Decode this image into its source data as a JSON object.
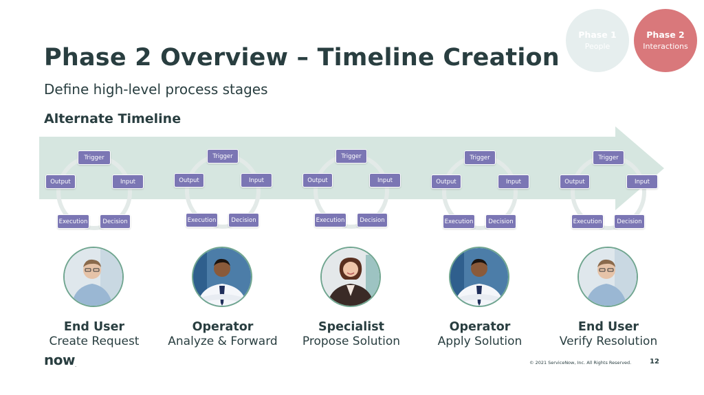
{
  "slide": {
    "title": "Phase 2 Overview – Timeline Creation",
    "subtitle": "Define high-level process stages",
    "section_label": "Alternate Timeline"
  },
  "phases": [
    {
      "title": "Phase 1",
      "subtitle": "People"
    },
    {
      "title": "Phase 2",
      "subtitle": "Interactions"
    }
  ],
  "cycle_labels": {
    "trigger": "Trigger",
    "input": "Input",
    "decision": "Decision",
    "execution": "Execution",
    "output": "Output"
  },
  "stages": [
    {
      "role": "End User",
      "action": "Create Request",
      "avatar": "man-casual-photo"
    },
    {
      "role": "Operator",
      "action": "Analyze & Forward",
      "avatar": "man-tie-photo"
    },
    {
      "role": "Specialist",
      "action": "Propose Solution",
      "avatar": "woman-suit-photo"
    },
    {
      "role": "Operator",
      "action": "Apply Solution",
      "avatar": "man-tie-photo"
    },
    {
      "role": "End User",
      "action": "Verify Resolution",
      "avatar": "man-casual-photo"
    }
  ],
  "footer": {
    "logo": "now",
    "logo_mark": ".",
    "copyright": "© 2021 ServiceNow, Inc. All Rights Reserved.",
    "page_number": "12"
  },
  "colors": {
    "text": "#293e40",
    "arrow": "#d6e6e0",
    "cycle_ring": "#e3eae8",
    "box": "#7b76b4",
    "phase_active": "#d9787b",
    "phase_inactive": "#e6eeee",
    "avatar_border": "#6fa58f"
  }
}
